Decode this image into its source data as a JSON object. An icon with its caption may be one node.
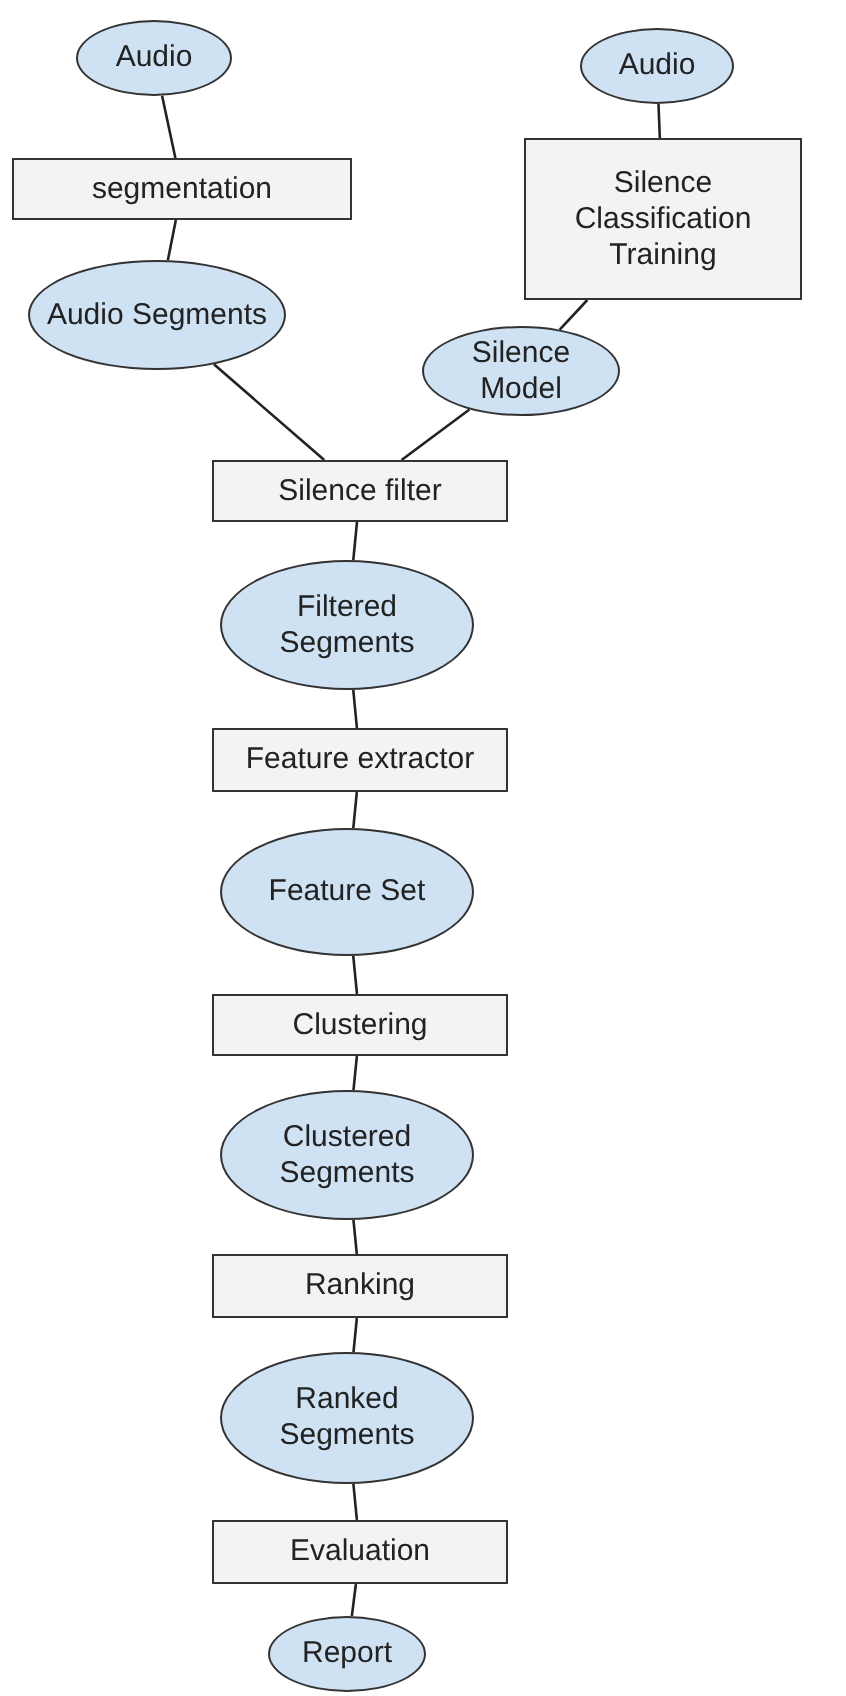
{
  "diagram": {
    "nodes": [
      {
        "text": [
          "Audio"
        ]
      },
      {
        "text": [
          "segmentation"
        ]
      },
      {
        "text": [
          "Audio Segments"
        ]
      },
      {
        "text": [
          "Audio"
        ]
      },
      {
        "text": [
          "Silence Classification Training"
        ]
      },
      {
        "text": [
          "Silence Model"
        ]
      },
      {
        "text": [
          "Silence filter"
        ]
      },
      {
        "text": [
          "Filtered Segments"
        ]
      },
      {
        "text": [
          "Feature extractor"
        ]
      },
      {
        "text": [
          "Feature Set"
        ]
      },
      {
        "text": [
          "Clustering"
        ]
      },
      {
        "text": [
          "Clustered Segments"
        ]
      },
      {
        "text": [
          "Ranking"
        ]
      },
      {
        "text": [
          "Ranked Segments"
        ]
      },
      {
        "text": [
          "Evaluation"
        ]
      },
      {
        "text": [
          "Report"
        ]
      }
    ],
    "edges": [
      {
        "from": 0,
        "to": 1,
        "arrow": "none"
      },
      {
        "from": 1,
        "to": 2,
        "arrow": "none"
      },
      {
        "from": 2,
        "to": 6,
        "arrow": "none"
      },
      {
        "from": 3,
        "to": 4,
        "arrow": "none"
      },
      {
        "from": 4,
        "to": 5,
        "arrow": "none"
      },
      {
        "from": 5,
        "to": 6,
        "arrow": "none"
      },
      {
        "from": 6,
        "to": 7,
        "arrow": "none"
      },
      {
        "from": 7,
        "to": 8,
        "arrow": "none"
      },
      {
        "from": 8,
        "to": 9,
        "arrow": "none"
      },
      {
        "from": 9,
        "to": 10,
        "arrow": "none"
      },
      {
        "from": 10,
        "to": 11,
        "arrow": "none"
      },
      {
        "from": 11,
        "to": 12,
        "arrow": "none"
      },
      {
        "from": 12,
        "to": 13,
        "arrow": "none"
      },
      {
        "from": 13,
        "to": 14,
        "arrow": "none"
      },
      {
        "from": 14,
        "to": 15,
        "arrow": "none"
      }
    ]
  }
}
